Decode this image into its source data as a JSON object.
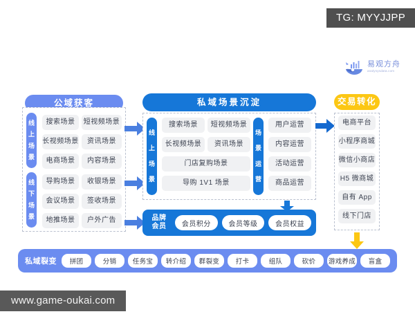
{
  "overlays": {
    "tg_badge": "TG: MYYJJPP",
    "watermark": "www.game-oukai.com"
  },
  "logo": {
    "name_cn": "易观方舟",
    "name_en": "analysysdata.com",
    "icon": "boat-chart-logo-icon"
  },
  "colors": {
    "periwinkle": "#6b8cf0",
    "blue": "#1677d8",
    "yellow": "#fcc714",
    "cell_gray": "#f0f1f3",
    "dashed_border": "#b9c0cf",
    "badge_gray": "#4f4f4f"
  },
  "left_panel": {
    "header": "公域获客",
    "groups": [
      {
        "vertical_label": "线上场景",
        "chars": [
          "线",
          "上",
          "场",
          "景"
        ],
        "cells": [
          "搜索场景",
          "短视频场景",
          "长视频场景",
          "资讯场景",
          "电商场景",
          "内容场景"
        ]
      },
      {
        "vertical_label": "线下场景",
        "chars": [
          "线",
          "下",
          "场",
          "景"
        ],
        "cells": [
          "导购场景",
          "收银场景",
          "会议场景",
          "签收场景",
          "地推场景",
          "户外广告"
        ]
      }
    ]
  },
  "mid_panel": {
    "header": "私域场景沉淀",
    "scene_label": "线上场景",
    "scene_chars": [
      "线",
      "上",
      "场",
      "景"
    ],
    "scene_cells": [
      "搜索场景",
      "短视频场景",
      "长视频场景",
      "资讯场景"
    ],
    "scene_wide_cells": [
      "门店复购场景",
      "导购 1V1 场景"
    ],
    "ops_label": "场景运营",
    "ops_chars": [
      "场",
      "景",
      "运",
      "营"
    ],
    "ops_cells": [
      "用户运营",
      "内容运营",
      "活动运营",
      "商品运营"
    ]
  },
  "member_bar": {
    "label_line1": "品牌",
    "label_line2": "会员",
    "chips": [
      "会员积分",
      "会员等级",
      "会员权益"
    ]
  },
  "right_panel": {
    "header": "交易转化",
    "cells": [
      "电商平台",
      "小程序商城",
      "微信小商店",
      "H5 微商城",
      "自有 App",
      "线下门店"
    ]
  },
  "bottom_bar": {
    "label": "私域裂变",
    "chips": [
      "拼团",
      "分销",
      "任务宝",
      "转介绍",
      "群裂变",
      "打卡",
      "组队",
      "砍价",
      "游戏养成",
      "盲盒"
    ]
  }
}
